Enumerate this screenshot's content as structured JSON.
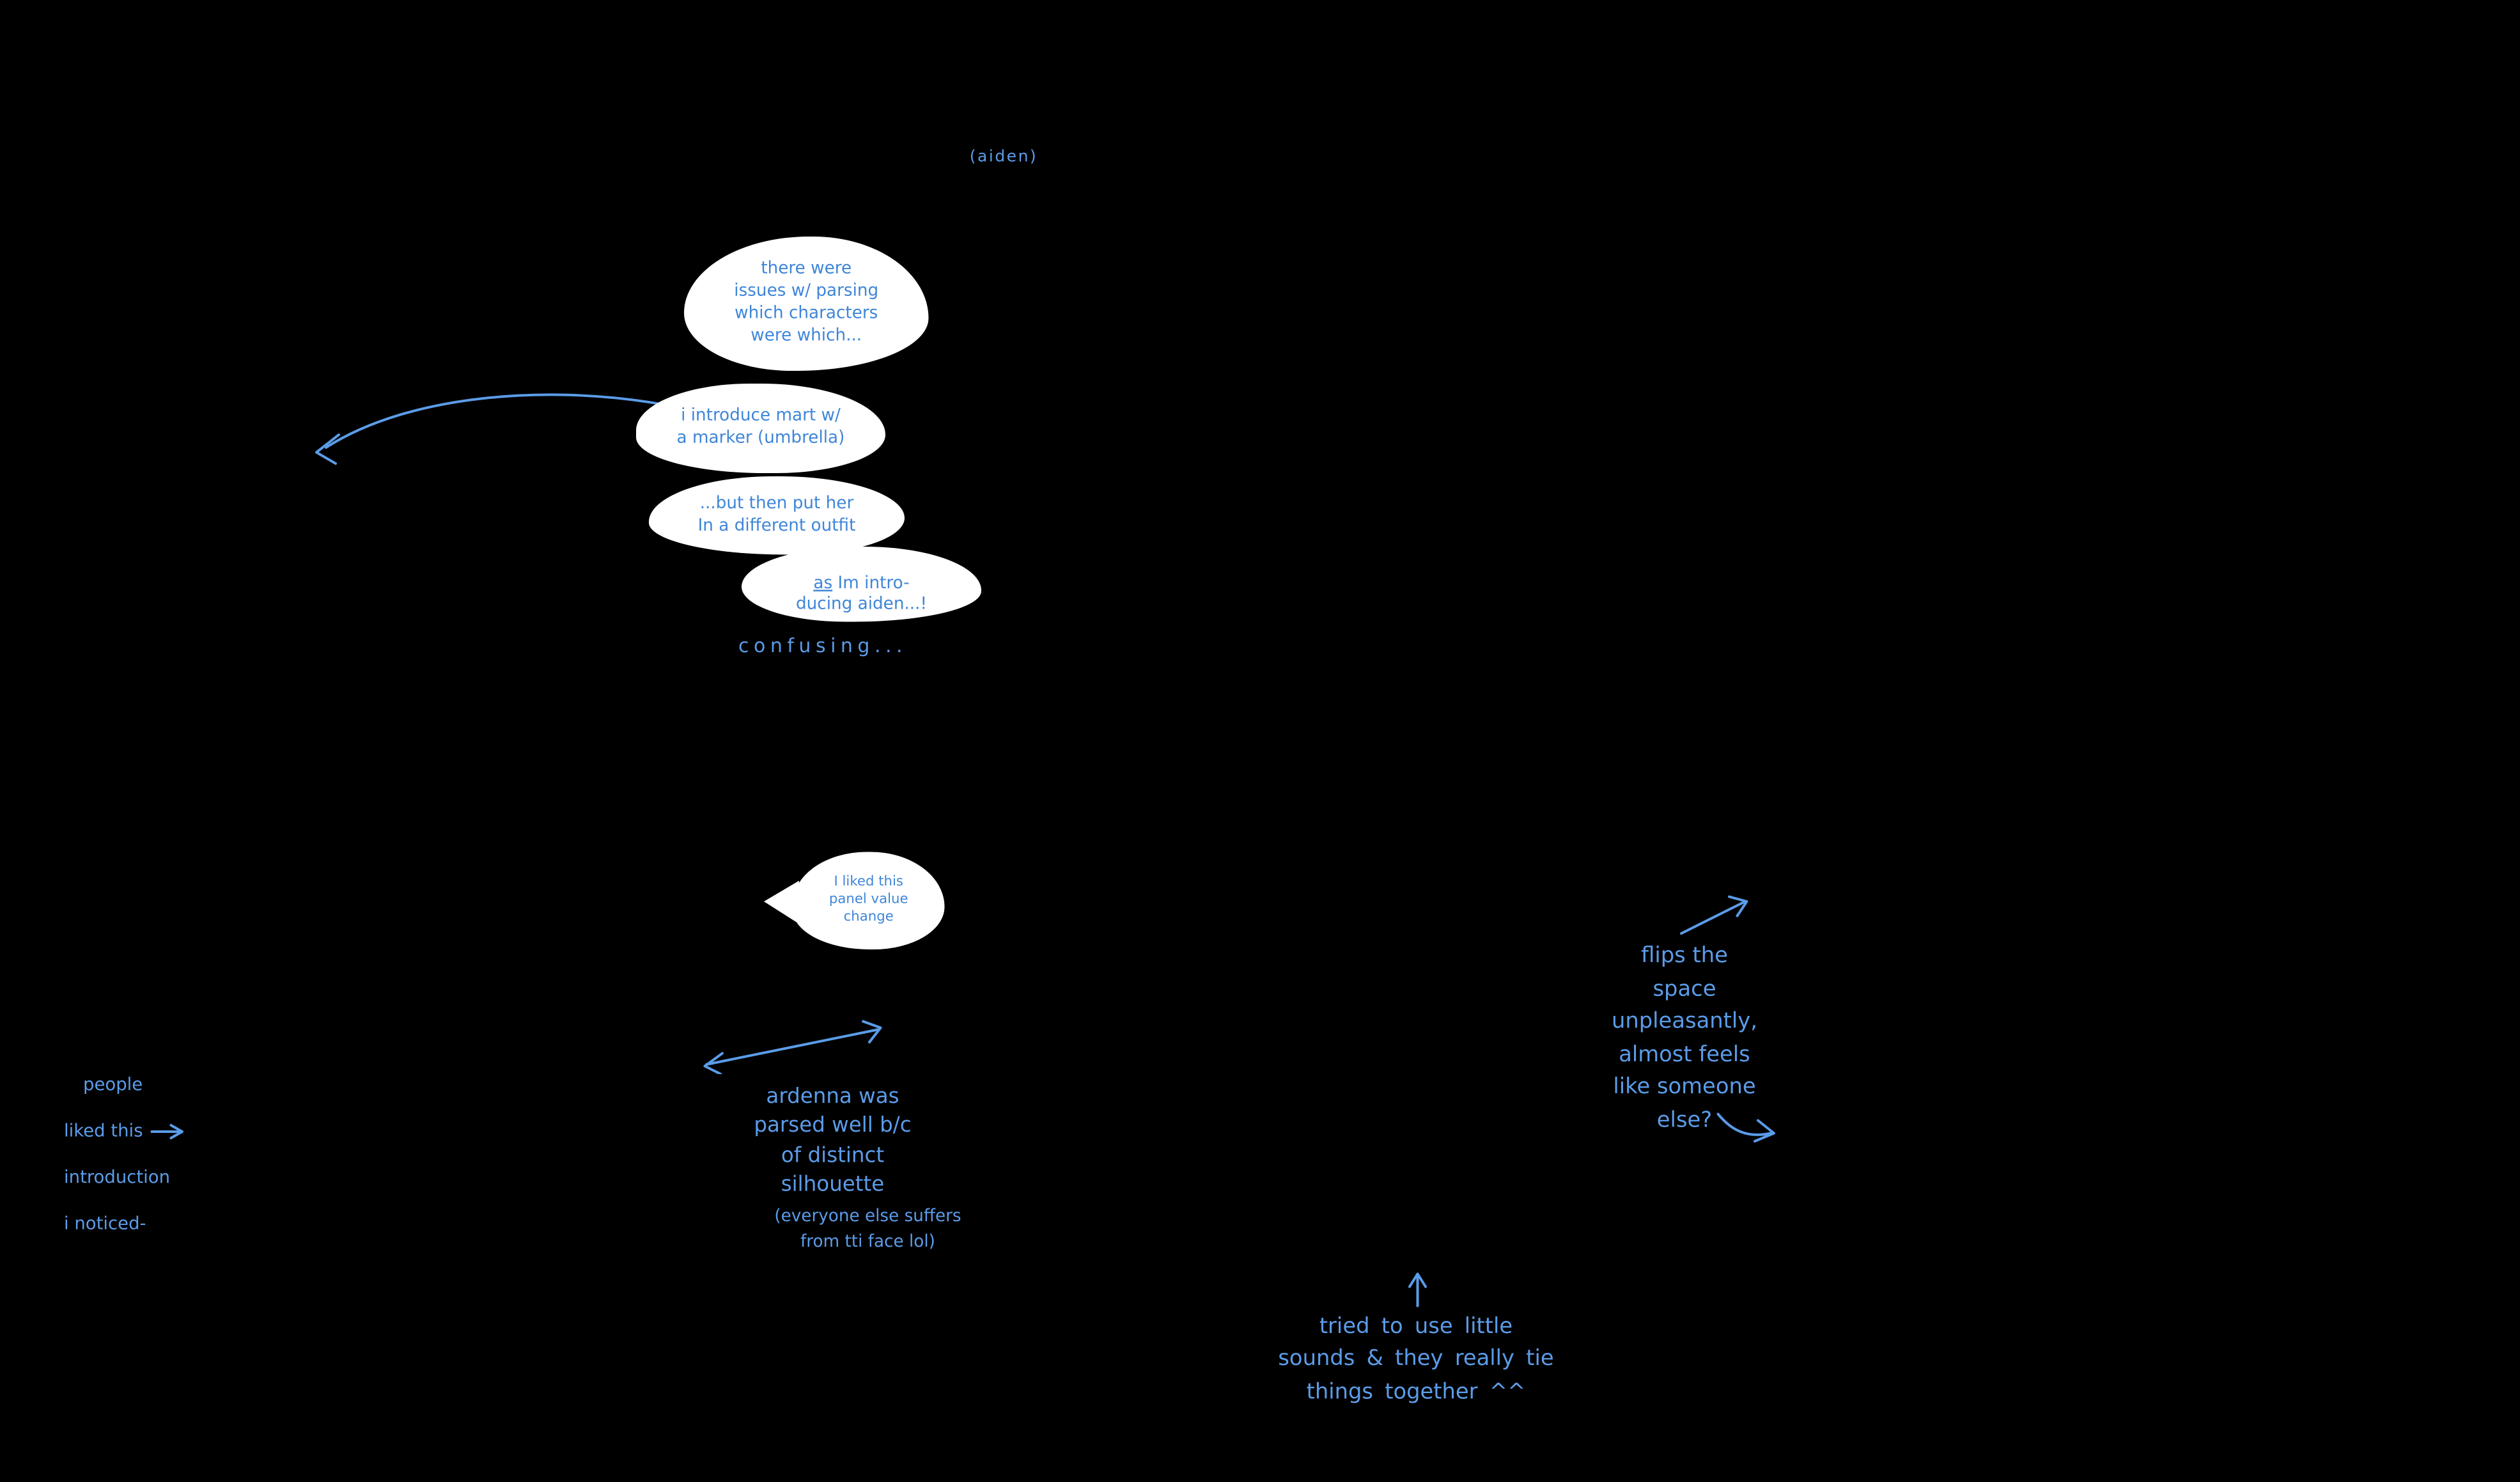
{
  "colors": {
    "background": "#000000",
    "ink": "#5b9ce8",
    "bubble_fill": "#ffffff",
    "bubble_text": "#3f86d8"
  },
  "labels": {
    "aiden": "(aiden)"
  },
  "speech_bubbles": {
    "parsing_issues": "there were\nissues w/ parsing\nwhich characters\nwere which...",
    "introduce_mart": "i introduce mart w/\na marker (umbrella)",
    "different_outfit": "...but then put her\nIn a different outfit",
    "as_word": "as",
    "introducing_aiden": " Im intro-\nducing aiden...!",
    "panel_value": "I liked this\npanel value\nchange"
  },
  "handwritten_notes": {
    "confusing": "confusing...",
    "flips_space": "flips the\nspace\nunpleasantly,\nalmost feels\nlike someone\nelse?",
    "people_l1": "people",
    "people_l2": "liked this",
    "people_l3": "introduction",
    "people_l4": "i noticed-",
    "ardenna_parsed": "ardenna was\nparsed well b/c\nof distinct\nsilhouette",
    "everyone_else": "(everyone else suffers\nfrom tti face lol)",
    "little_sounds": "tried to use little\nsounds & they really tie\nthings together ^^"
  },
  "icons": {
    "bubble_tail_arrow": "left-down-arrow",
    "panel_pointer": "left-pointer",
    "flips_arrow": "up-right-arrow",
    "else_arrow": "down-right-arrow",
    "people_arrow": "right-arrow",
    "silhouette_arrow": "double-diagonal-arrow",
    "sounds_arrow": "up-arrow"
  }
}
